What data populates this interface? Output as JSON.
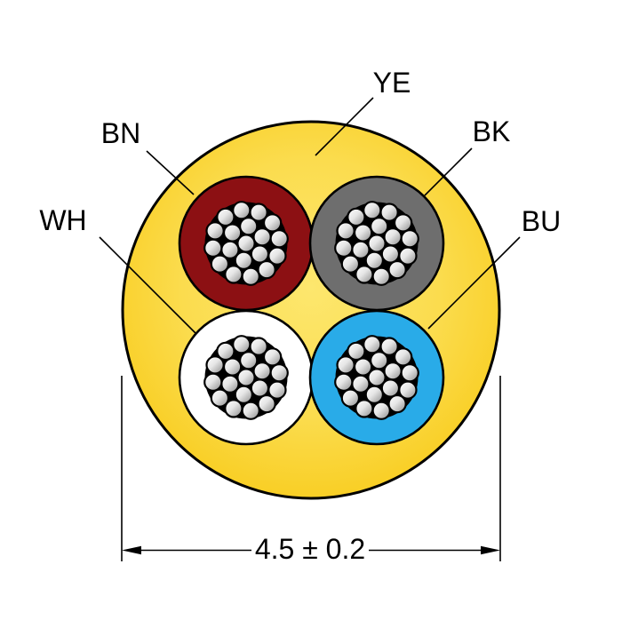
{
  "diagram": {
    "type": "cable-cross-section",
    "jacket": {
      "label": "YE",
      "color_center": "#FDE76E",
      "color_mid": "#FBDC4E",
      "color_edge": "#F8CB1A",
      "outline_color": "#000000"
    },
    "conductors": [
      {
        "label": "BN",
        "color_name": "brown",
        "color": "#8C1013",
        "position": "top-left"
      },
      {
        "label": "BK",
        "color_name": "gray",
        "color": "#6E6E6E",
        "position": "top-right"
      },
      {
        "label": "WH",
        "color_name": "white",
        "color": "#FFFFFF",
        "position": "bottom-left"
      },
      {
        "label": "BU",
        "color_name": "blue",
        "color": "#29ABE8",
        "position": "bottom-right"
      }
    ],
    "strands": {
      "count_per_conductor": 19,
      "highlight_color": "#FFFFFF",
      "mid_color": "#E6E6E6",
      "shadow_color": "#8A8A8A",
      "outline_color": "#000000",
      "backdrop_color": "#000000"
    },
    "dimension": {
      "label": "4.5 ± 0.2"
    },
    "line_color": "#000000",
    "background_color": "#FFFFFF"
  }
}
